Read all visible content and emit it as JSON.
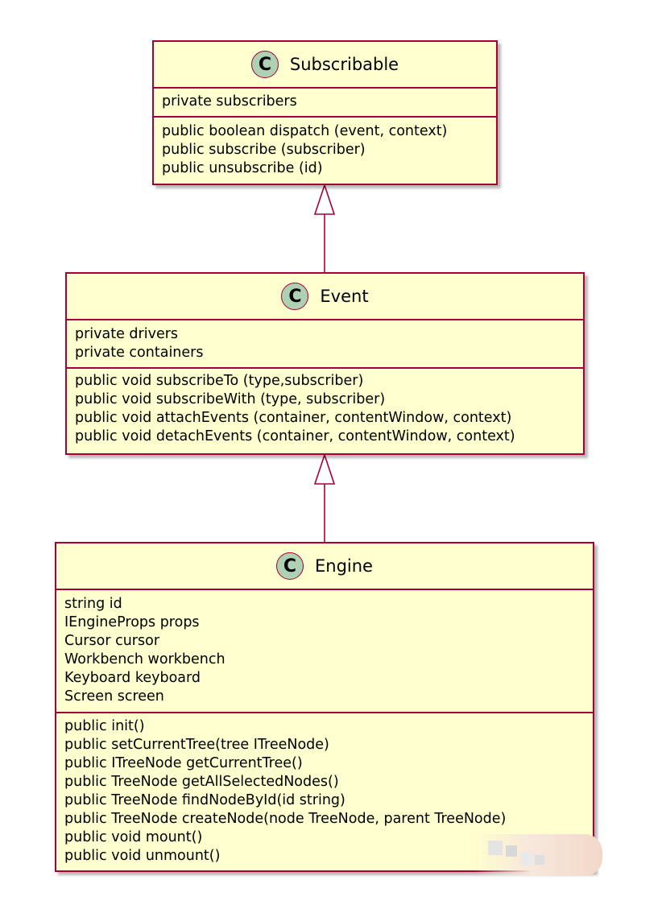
{
  "classes": [
    {
      "stereotype": "C",
      "name": "Subscribable",
      "fields": [
        "private subscribers"
      ],
      "methods": [
        "public boolean dispatch (event, context)",
        "public subscribe (subscriber)",
        "public unsubscribe (id)"
      ]
    },
    {
      "stereotype": "C",
      "name": "Event",
      "fields": [
        "private drivers",
        "private containers"
      ],
      "methods": [
        "public void subscribeTo (type,subscriber)",
        "public void subscribeWith (type, subscriber)",
        "public void attachEvents (container, contentWindow, context)",
        "public void detachEvents (container, contentWindow, context)"
      ]
    },
    {
      "stereotype": "C",
      "name": "Engine",
      "fields": [
        "string id",
        "IEngineProps props",
        "Cursor cursor",
        "Workbench workbench",
        "Keyboard keyboard",
        "Screen screen"
      ],
      "methods": [
        "public init()",
        "public setCurrentTree(tree ITreeNode)",
        "public ITreeNode getCurrentTree()",
        "public TreeNode getAllSelectedNodes()",
        "public TreeNode findNodeById(id string)",
        "public TreeNode createNode(node TreeNode, parent TreeNode)",
        "public void mount()",
        "public void unmount()"
      ]
    }
  ],
  "relations": [
    {
      "type": "inheritance",
      "from": "Event",
      "to": "Subscribable"
    },
    {
      "type": "inheritance",
      "from": "Engine",
      "to": "Event"
    }
  ],
  "colors": {
    "class_fill": "#fefece",
    "border": "#a80036",
    "stereotype_circle": "#add1b2"
  }
}
